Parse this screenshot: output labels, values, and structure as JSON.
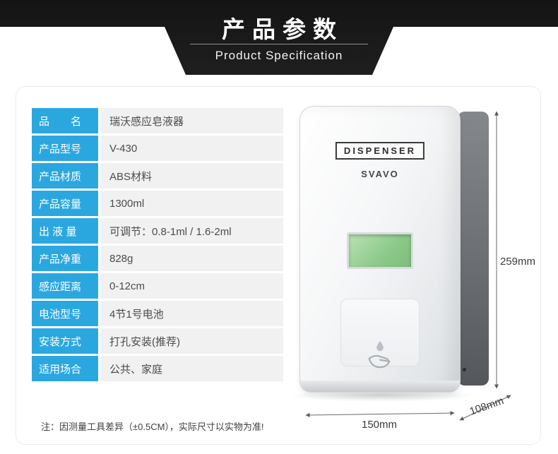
{
  "header": {
    "title": "产品参数",
    "subtitle": "Product Specification"
  },
  "specs": {
    "rows": [
      {
        "label": "品　　名",
        "value": "瑞沃感应皂液器"
      },
      {
        "label": "产品型号",
        "value": "V-430"
      },
      {
        "label": "产品材质",
        "value": "ABS材料"
      },
      {
        "label": "产品容量",
        "value": "1300ml"
      },
      {
        "label": "出 液 量",
        "value": "可调节：0.8-1ml / 1.6-2ml"
      },
      {
        "label": "产品净重",
        "value": "828g"
      },
      {
        "label": "感应距离",
        "value": "0-12cm"
      },
      {
        "label": "电池型号",
        "value": "4节1号电池"
      },
      {
        "label": "安装方式",
        "value": "打孔安装(推荐)"
      },
      {
        "label": "适用场合",
        "value": "公共、家庭"
      }
    ]
  },
  "product": {
    "brand_label": "DISPENSER",
    "brand_name": "SVAVO",
    "icons": {
      "hand_drop": "hand-with-water-drop"
    }
  },
  "dimensions": {
    "height": "259mm",
    "width": "150mm",
    "depth": "108mm"
  },
  "note": "注：因测量工具差异（±0.5CM），实际尺寸以实物为准!",
  "colors": {
    "accent_blue": "#2ba7e0",
    "header_bg": "#1a1a1a",
    "row_bg": "#f1f1f1",
    "lcd_green": "#8cc98a"
  }
}
